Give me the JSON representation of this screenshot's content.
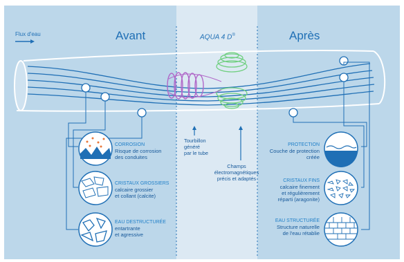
{
  "header": {
    "flux": "Flux d'eau",
    "before": "Avant",
    "device": "AQUA 4 D",
    "device_mark": "®",
    "after": "Après"
  },
  "center_labels": {
    "vortex": "Tourbillon\ngénéré\npar le tube",
    "fields": "Champs\nélectromagnétiques\nprécis et adaptés"
  },
  "before_items": [
    {
      "title": "CORROSION",
      "desc": "Risque de corrosion\ndes conduites",
      "icon": "corrosion-icon"
    },
    {
      "title": "CRISTAUX GROSSIERS",
      "desc": "calcaire grossier\net collant (calcite)",
      "icon": "coarse-crystals-icon"
    },
    {
      "title": "EAU DESTRUCTURÉE",
      "desc": "entartrante\net agressive",
      "icon": "destructured-water-icon"
    }
  ],
  "after_items": [
    {
      "title": "PROTECTION",
      "desc": "Couche de protection\ncréée",
      "icon": "protection-layer-icon"
    },
    {
      "title": "CRISTAUX FINS",
      "desc": "calcaire finement\net régulièrement\nréparti (aragonite)",
      "icon": "fine-crystals-icon"
    },
    {
      "title": "EAU STRUCTURÉE",
      "desc": "Structure naturelle\nde l'eau rétablie",
      "icon": "structured-water-icon"
    }
  ],
  "colors": {
    "panel": "#bcd7ea",
    "center_band": "#dce9f3",
    "blue": "#1f6fb5",
    "pipe_outline": "#ffffff",
    "vortex": "#b067c8",
    "field": "#6fcf7f",
    "orange": "#e8773a"
  }
}
